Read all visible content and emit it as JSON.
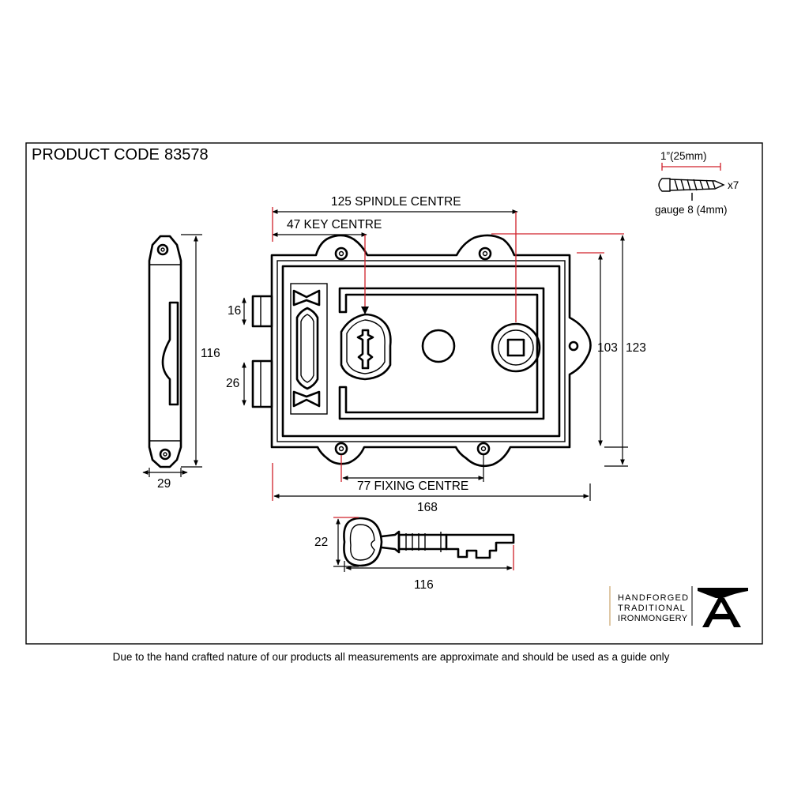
{
  "header": {
    "product_code_label": "PRODUCT CODE",
    "product_code": "83578"
  },
  "screw": {
    "length": "1”(25mm)",
    "quantity": "x7",
    "gauge": "gauge 8 (4mm)"
  },
  "dimensions": {
    "spindle_centre": "125 SPINDLE CENTRE",
    "key_centre": "47 KEY CENTRE",
    "fixing_centre": "77 FIXING CENTRE",
    "overall_width": "168",
    "inner_height": "103",
    "overall_height": "123",
    "bolt_upper": "16",
    "bolt_lower": "26",
    "keep_height": "116",
    "keep_width": "29",
    "key_height": "22",
    "key_length": "116"
  },
  "brand": {
    "line1": "HANDFORGED",
    "line2": "TRADITIONAL",
    "line3": "IRONMONGERY",
    "mark": "A"
  },
  "footer": {
    "disclaimer": "Due to the hand crafted nature of our products all measurements are approximate and should be used as a guide only"
  }
}
